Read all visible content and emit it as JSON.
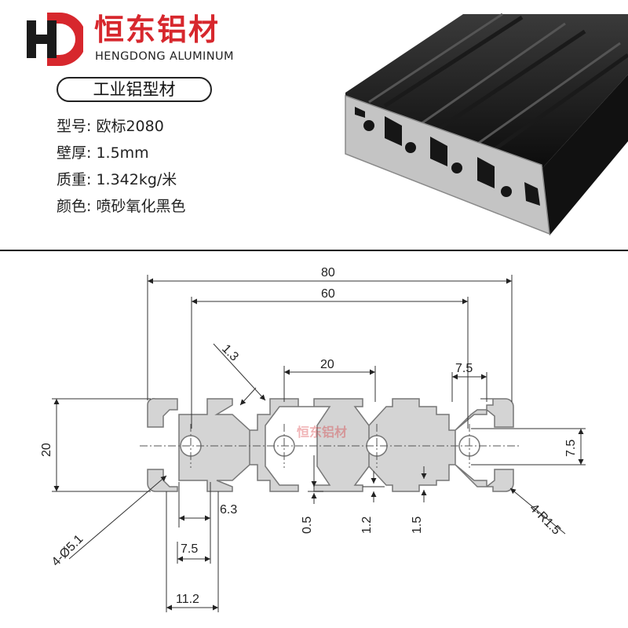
{
  "brand": {
    "logo_icon": "hengdong-hd-logo-icon",
    "name_cn": "恒东铝材",
    "name_en": "HENGDONG ALUMINUM",
    "color": "#d7272d"
  },
  "product": {
    "category": "工业铝型材",
    "specs": [
      {
        "label": "型号:",
        "value": "欧标2080"
      },
      {
        "label": "壁厚:",
        "value": "1.5mm"
      },
      {
        "label": "质重:",
        "value": "1.342kg/米"
      },
      {
        "label": "颜色:",
        "value": "喷砂氧化黑色"
      }
    ]
  },
  "drawing": {
    "watermark": "恒东铝材",
    "dims": {
      "overall_width": "80",
      "inner_width": "60",
      "slot_pitch": "20",
      "slot_opening": "7.5",
      "lip": "1.3",
      "height": "20",
      "center_height": "7.5",
      "slot_width": "6.3",
      "slot_neck": "7.5",
      "slot_depth": "11.2",
      "hole": "4-Ø5.1",
      "corner_radius": "4-R1.5",
      "wall_a": "0.5",
      "wall_b": "1.2",
      "wall_c": "1.5"
    }
  }
}
